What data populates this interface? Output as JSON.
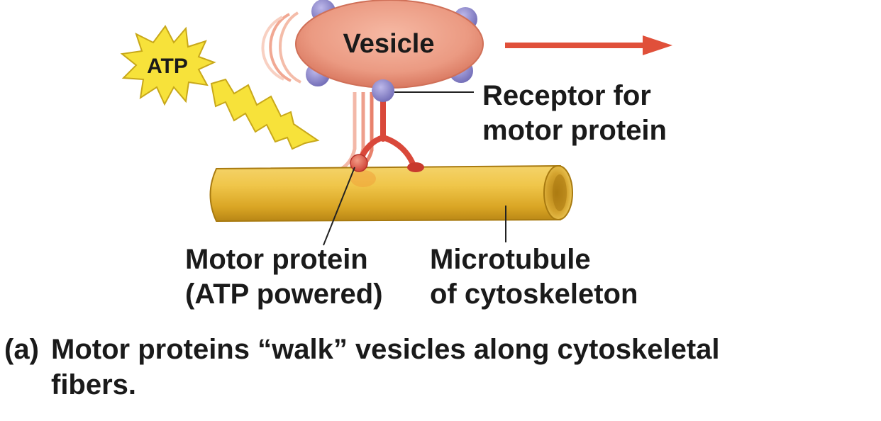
{
  "labels": {
    "atp": "ATP",
    "vesicle": "Vesicle",
    "receptor_line1": "Receptor for",
    "receptor_line2": "motor protein",
    "motor_line1": "Motor protein",
    "motor_line2": "(ATP powered)",
    "microtubule_line1": "Microtubule",
    "microtubule_line2": "of cytoskeleton"
  },
  "caption": {
    "marker": "(a)",
    "line1": "Motor proteins “walk” vesicles along cytoskeletal",
    "line2": "fibers."
  },
  "colors": {
    "vesicle": "#e8937a",
    "receptor": "#8b86c9",
    "motor": "#d9483a",
    "microtubule": "#e8b93a",
    "atp_burst": "#f7e23a",
    "arrow": "#e0503a"
  }
}
